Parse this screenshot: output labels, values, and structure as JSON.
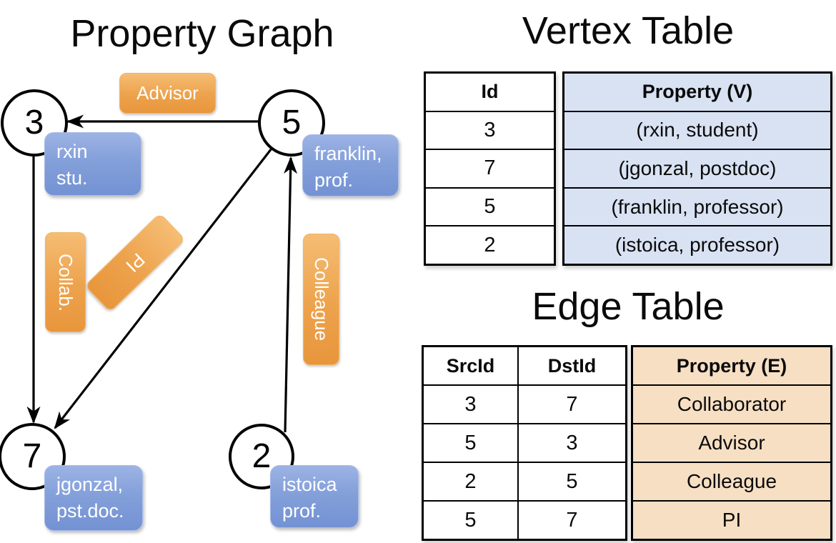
{
  "graph": {
    "title": "Property Graph",
    "nodes": [
      {
        "id": "3",
        "property_line1": "rxin",
        "property_line2": "stu."
      },
      {
        "id": "5",
        "property_line1": "franklin,",
        "property_line2": "prof."
      },
      {
        "id": "7",
        "property_line1": "jgonzal,",
        "property_line2": "pst.doc."
      },
      {
        "id": "2",
        "property_line1": "istoica",
        "property_line2": "prof."
      }
    ],
    "edges": [
      {
        "src": "5",
        "dst": "3",
        "label": "Advisor"
      },
      {
        "src": "3",
        "dst": "7",
        "label": "Collab."
      },
      {
        "src": "5",
        "dst": "7",
        "label": "PI"
      },
      {
        "src": "2",
        "dst": "5",
        "label": "Colleague"
      }
    ]
  },
  "vertex_table": {
    "title": "Vertex Table",
    "columns": [
      "Id",
      "Property (V)"
    ],
    "rows": [
      {
        "id": "3",
        "property": "(rxin, student)"
      },
      {
        "id": "7",
        "property": "(jgonzal, postdoc)"
      },
      {
        "id": "5",
        "property": "(franklin, professor)"
      },
      {
        "id": "2",
        "property": "(istoica, professor)"
      }
    ]
  },
  "edge_table": {
    "title": "Edge Table",
    "columns": [
      "SrcId",
      "DstId",
      "Property (E)"
    ],
    "rows": [
      {
        "src": "3",
        "dst": "7",
        "property": "Collaborator"
      },
      {
        "src": "5",
        "dst": "3",
        "property": "Advisor"
      },
      {
        "src": "2",
        "dst": "5",
        "property": "Colleague"
      },
      {
        "src": "5",
        "dst": "7",
        "property": "PI"
      }
    ]
  },
  "colors": {
    "edge_label_orange": "#eda24c",
    "vertex_property_blue": "#84a0da",
    "vertex_table_fill": "#d9e2f3",
    "edge_table_fill": "#f7dfc3",
    "line_black": "#000000"
  }
}
